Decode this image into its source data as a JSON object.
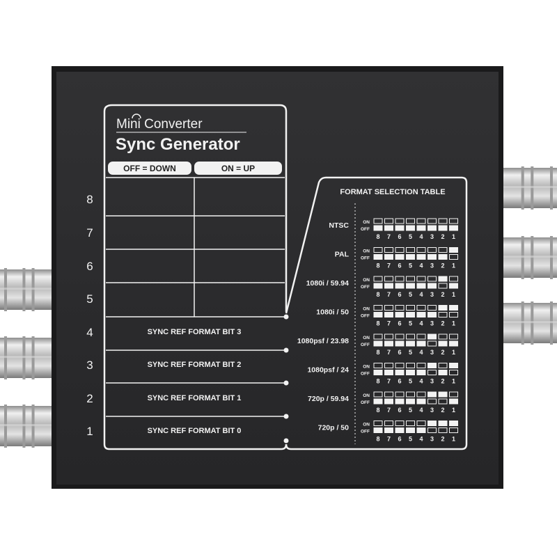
{
  "product": {
    "line": "Mini Converter",
    "model": "Sync Generator"
  },
  "switch_header": {
    "off": "OFF = DOWN",
    "on": "ON = UP"
  },
  "switch_numbers": [
    "8",
    "7",
    "6",
    "5",
    "4",
    "3",
    "2",
    "1"
  ],
  "switch_functions": [
    "SYNC REF FORMAT BIT 3",
    "SYNC REF FORMAT BIT 2",
    "SYNC REF FORMAT BIT 1",
    "SYNC REF FORMAT BIT 0"
  ],
  "format_table": {
    "title": "FORMAT SELECTION TABLE",
    "on_label": "ON",
    "off_label": "OFF",
    "bit_numbers": [
      "8",
      "7",
      "6",
      "5",
      "4",
      "3",
      "2",
      "1"
    ],
    "formats": [
      {
        "name": "NTSC",
        "switches_on": []
      },
      {
        "name": "PAL",
        "switches_on": [
          1
        ]
      },
      {
        "name": "1080i / 59.94",
        "switches_on": [
          2
        ]
      },
      {
        "name": "1080i / 50",
        "switches_on": [
          2,
          1
        ]
      },
      {
        "name": "1080psf / 23.98",
        "switches_on": [
          3
        ]
      },
      {
        "name": "1080psf / 24",
        "switches_on": [
          3,
          1
        ]
      },
      {
        "name": "720p / 59.94",
        "switches_on": [
          3,
          2
        ]
      },
      {
        "name": "720p / 50",
        "switches_on": [
          3,
          2,
          1
        ]
      }
    ]
  },
  "colors": {
    "panel": "#2b2b2d",
    "panel_edge": "#161617",
    "silkscreen": "#f2f2f2",
    "connector_metal": "#c9c9c9"
  },
  "connectors": {
    "left_count": 3,
    "right_count": 3
  }
}
